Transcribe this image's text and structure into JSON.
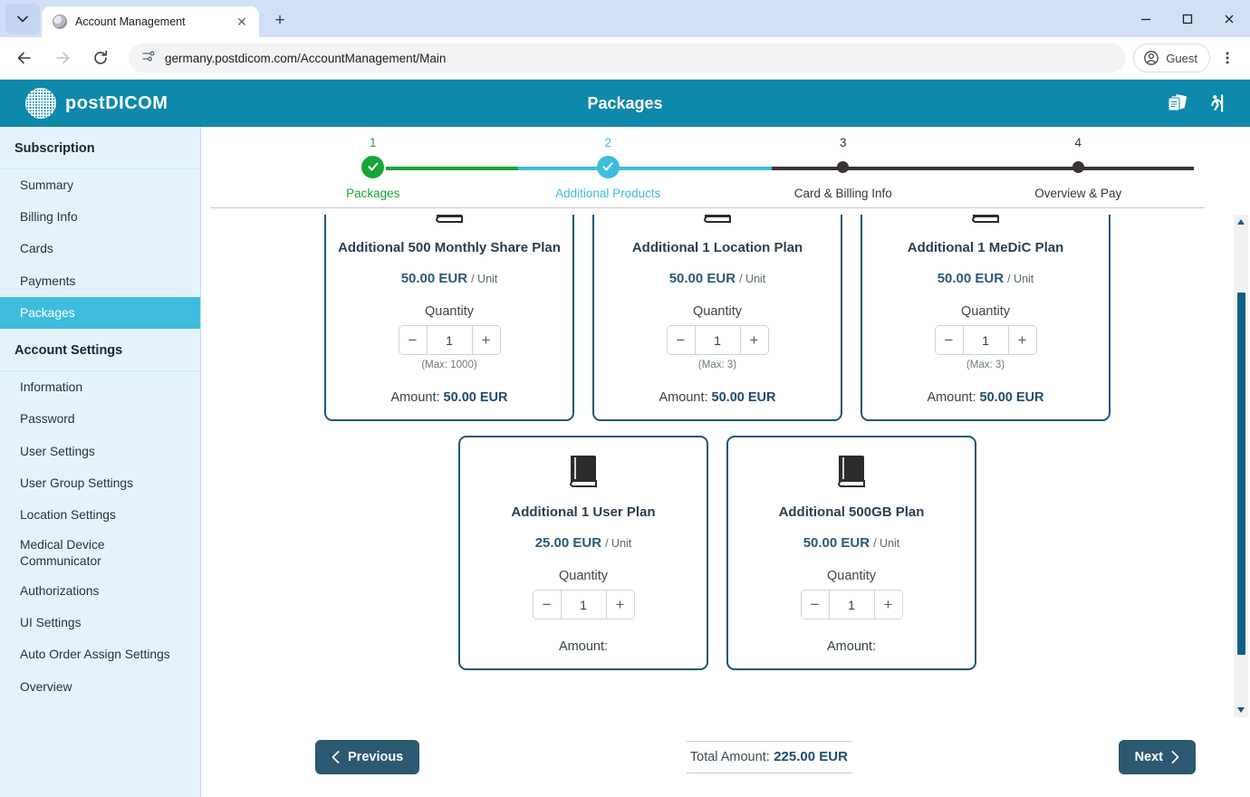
{
  "browser": {
    "tab": {
      "title": "Account Management",
      "favicon": "globe-favicon",
      "close": "✕"
    },
    "newtab_label": "+",
    "tabmenu_label": "⌄",
    "url": "germany.postdicom.com/AccountManagement/Main",
    "profile_label": "Guest",
    "back_label": "←",
    "forward_label": "→",
    "reload_label": "⟳",
    "window": {
      "minimize": "—",
      "maximize": "□",
      "close": "✕"
    }
  },
  "app": {
    "brand": "postDICOM",
    "title": "Packages",
    "header_icons": [
      {
        "name": "cards-icon"
      },
      {
        "name": "logout-icon"
      }
    ]
  },
  "sidebar": {
    "groups": [
      {
        "label": "Subscription",
        "items": [
          {
            "label": "Summary",
            "active": false
          },
          {
            "label": "Billing Info",
            "active": false
          },
          {
            "label": "Cards",
            "active": false
          },
          {
            "label": "Payments",
            "active": false
          },
          {
            "label": "Packages",
            "active": true
          }
        ]
      },
      {
        "label": "Account Settings",
        "items": [
          {
            "label": "Information",
            "active": false
          },
          {
            "label": "Password",
            "active": false
          },
          {
            "label": "User Settings",
            "active": false
          },
          {
            "label": "User Group Settings",
            "active": false
          },
          {
            "label": "Location Settings",
            "active": false
          },
          {
            "label": "Medical Device Communicator",
            "active": false
          },
          {
            "label": "Authorizations",
            "active": false
          },
          {
            "label": "UI Settings",
            "active": false
          },
          {
            "label": "Auto Order Assign Settings",
            "active": false
          },
          {
            "label": "Overview",
            "active": false
          }
        ]
      }
    ]
  },
  "stepper": {
    "steps": [
      {
        "num": "1",
        "label": "Packages",
        "state": "complete",
        "color": "#17a637"
      },
      {
        "num": "2",
        "label": "Additional Products",
        "state": "active",
        "color": "#3dbcdd"
      },
      {
        "num": "3",
        "label": "Card & Billing Info",
        "state": "pending",
        "color": "#3b3136"
      },
      {
        "num": "4",
        "label": "Overview & Pay",
        "state": "pending",
        "color": "#3b3136"
      }
    ]
  },
  "products": {
    "qty_label": "Quantity",
    "unit_suffix": "/ Unit",
    "amount_prefix": "Amount:",
    "minus_label": "−",
    "plus_label": "+",
    "row1": [
      {
        "icon": "book-icon",
        "title": "Additional 500 Monthly Share Plan",
        "price": "50.00 EUR",
        "unit": "/ Unit",
        "qty_label": "Quantity",
        "qty": "1",
        "max": "(Max: 1000)",
        "amount_label": "Amount:",
        "amount": "50.00 EUR"
      },
      {
        "icon": "book-icon",
        "title": "Additional 1 Location Plan",
        "price": "50.00 EUR",
        "unit": "/ Unit",
        "qty_label": "Quantity",
        "qty": "1",
        "max": "(Max: 3)",
        "amount_label": "Amount:",
        "amount": "50.00 EUR"
      },
      {
        "icon": "book-icon",
        "title": "Additional 1 MeDiC Plan",
        "price": "50.00 EUR",
        "unit": "/ Unit",
        "qty_label": "Quantity",
        "qty": "1",
        "max": "(Max: 3)",
        "amount_label": "Amount:",
        "amount": "50.00 EUR"
      }
    ],
    "row2": [
      {
        "icon": "book-icon",
        "title": "Additional 1 User Plan",
        "price": "25.00 EUR",
        "unit": "/ Unit",
        "qty_label": "Quantity",
        "qty": "1",
        "max": "",
        "amount_label": "Amount:",
        "amount": ""
      },
      {
        "icon": "book-icon",
        "title": "Additional 500GB Plan",
        "price": "50.00 EUR",
        "unit": "/ Unit",
        "qty_label": "Quantity",
        "qty": "1",
        "max": "",
        "amount_label": "Amount:",
        "amount": ""
      }
    ]
  },
  "footer": {
    "previous_label": "Previous",
    "next_label": "Next",
    "total_label": "Total Amount:",
    "total_value": "225.00 EUR"
  },
  "colors": {
    "brand_teal": "#0e88ab",
    "sidebar_bg": "#e4f3fb",
    "active_cyan": "#3dbcdd",
    "complete_green": "#17a637",
    "pending_dark": "#3b3136",
    "card_border": "#1e5674",
    "button_navy": "#2c5871",
    "scrollbar_thumb": "#0d5f85"
  }
}
